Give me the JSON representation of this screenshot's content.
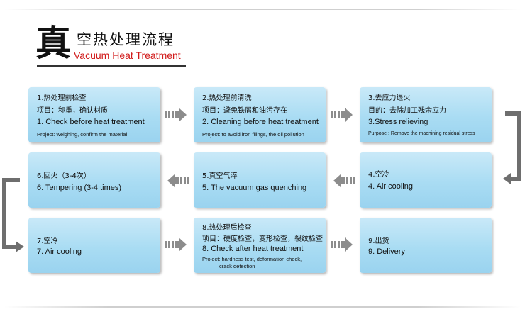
{
  "header": {
    "big_char": "真",
    "title_cn": "空热处理流程",
    "title_en": "Vacuum Heat Treatment"
  },
  "steps": [
    {
      "cn": "1.热处理前检查",
      "cn2": "项目：称重，确认材质",
      "en": "1. Check before heat treatment",
      "project": "Project: weighing, confirm the material"
    },
    {
      "cn": "2.热处理前清洗",
      "cn2": "项目：避免铁屑和油污存在",
      "en": "2. Cleaning before heat treatment",
      "project": "Project: to avoid iron filings, the oil pollution"
    },
    {
      "cn": "3.去应力退火",
      "cn2": "目的：去除加工残余应力",
      "en": "3.Stress relieving",
      "project": "Purpose : Remove the machining residual stress"
    },
    {
      "cn": "4.空冷",
      "en": "4. Air cooling"
    },
    {
      "cn": "5.真空气淬",
      "en": "5. The vacuum gas quenching"
    },
    {
      "cn": "6.回火（3-4次）",
      "en": "6. Tempering (3-4 times)"
    },
    {
      "cn": "7.空冷",
      "en": "7. Air cooling"
    },
    {
      "cn": "8.热处理后检查",
      "cn2": "项目：硬度检查，变形检查，裂纹检查",
      "en": "8. Check after heat treatment",
      "project": "Project: hardness test, deformation check,",
      "project2": "crack detection"
    },
    {
      "cn": "9.出货",
      "en": "9. Delivery"
    }
  ],
  "colors": {
    "box_light": "#c9e9f8",
    "box_dark": "#9ad3ef",
    "arrow": "#8c8c8c",
    "title_en": "#d11a1a"
  }
}
